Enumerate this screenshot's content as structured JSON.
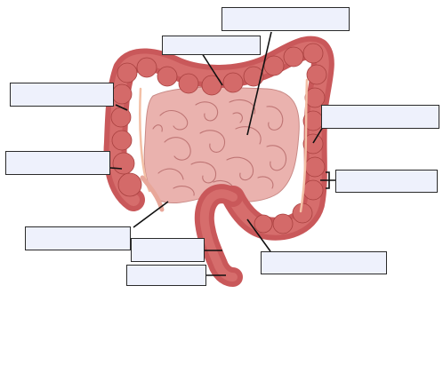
{
  "diagram": {
    "colors": {
      "colon": "#c9585a",
      "colon_dark": "#a8403f",
      "colon_light": "#e07f7c",
      "small_intestine": "#eab2ae",
      "small_intestine_fold": "#b76b6b",
      "appendix_tube": "#f0c4a8",
      "label_fill": "#eef1fc",
      "label_border": "#2a2a2a",
      "pointer_line": "#111111"
    },
    "labels": [
      {
        "id": "top-center",
        "text": ""
      },
      {
        "id": "top-left-center",
        "text": ""
      },
      {
        "id": "left-upper",
        "text": ""
      },
      {
        "id": "right-upper",
        "text": ""
      },
      {
        "id": "left-middle",
        "text": ""
      },
      {
        "id": "right-middle",
        "text": ""
      },
      {
        "id": "left-lower",
        "text": ""
      },
      {
        "id": "center-lower",
        "text": ""
      },
      {
        "id": "right-lower",
        "text": ""
      },
      {
        "id": "bottom-center",
        "text": ""
      }
    ]
  }
}
